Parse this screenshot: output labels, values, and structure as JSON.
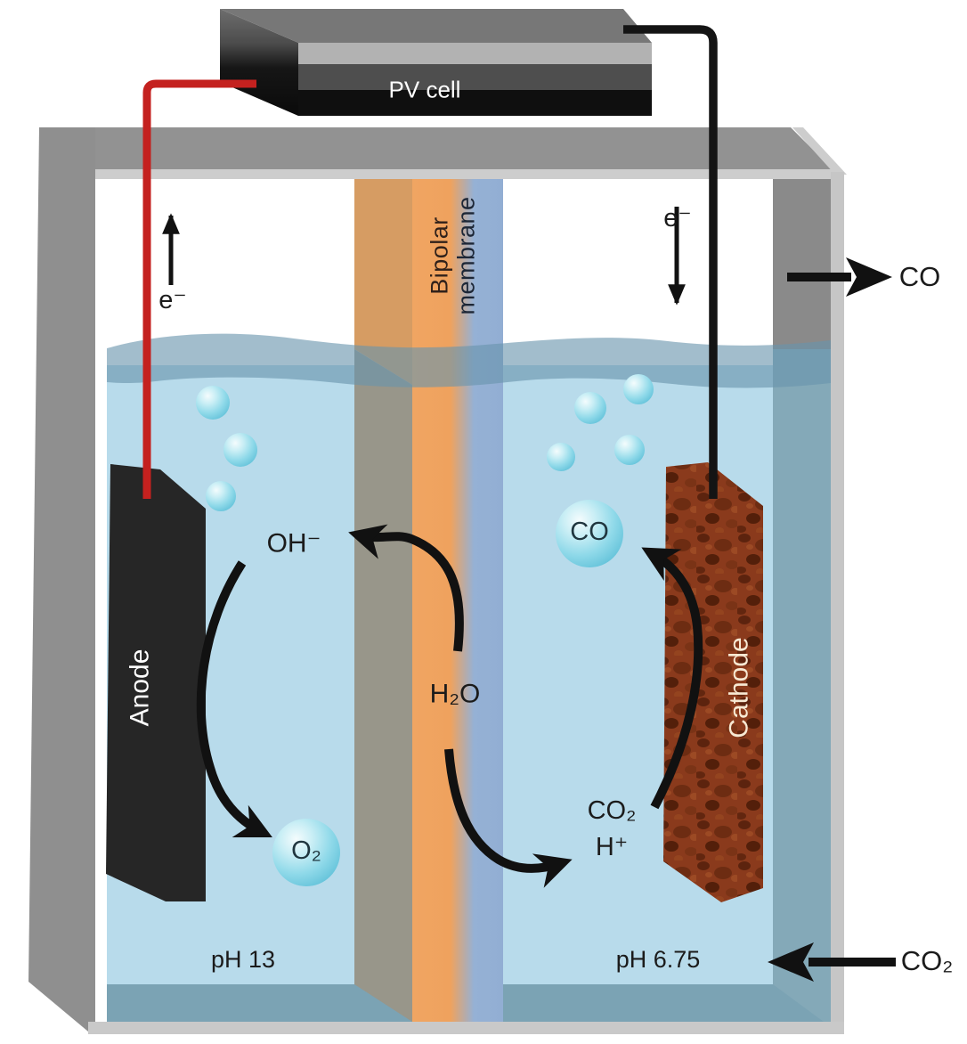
{
  "device": {
    "pv_cell": "PV cell"
  },
  "membrane": {
    "line1": "Bipolar",
    "line2": "membrane"
  },
  "electrodes": {
    "anode": "Anode",
    "cathode": "Cathode"
  },
  "species": {
    "electron_left": "e⁻",
    "electron_right": "e⁻",
    "hydroxide": "OH⁻",
    "water": "H₂O",
    "oxygen": "O₂",
    "co_bubble": "CO",
    "carbon_dioxide": "CO₂",
    "proton": "H⁺"
  },
  "conditions": {
    "ph_left": "pH 13",
    "ph_right": "pH 6.75"
  },
  "gas_flows": {
    "outlet": "CO",
    "inlet": "CO₂"
  },
  "colors": {
    "water": "#b8dbeb",
    "water_surface_band": "#9cbccd",
    "tank_floor": "#7ba3b4",
    "tank_wall_underwater": "#84a9b8",
    "frame_gray": "#919191",
    "frame_light": "#cdcdcd",
    "membrane_orange": "#f0a562",
    "membrane_blue": "#94b0d4",
    "membrane_side_air": "#d69c63",
    "membrane_side_water": "#98968a",
    "anode": "#262626",
    "cathode_rust": "#8a3a1c",
    "wire_positive": "#c4211f",
    "wire_negative": "#141414",
    "arrow": "#111111",
    "bubble": "#8fd9e9"
  }
}
